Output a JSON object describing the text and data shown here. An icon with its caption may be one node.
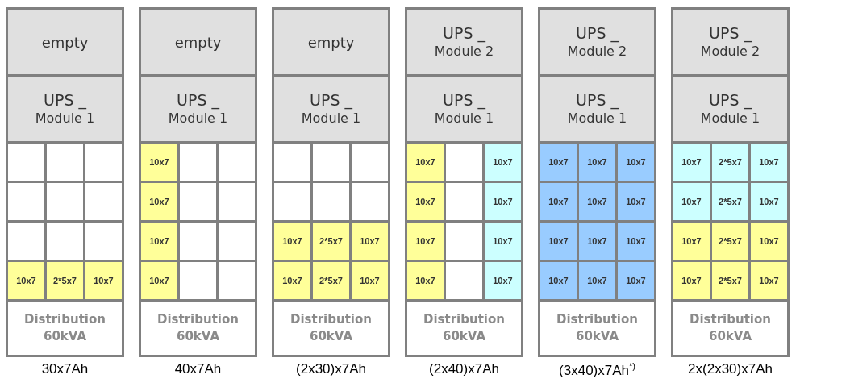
{
  "diagram": {
    "nodes": [
      {
        "text": [],
        "shape": "box",
        "beside": [
          "30x7Ah"
        ]
      },
      {
        "text": [
          "empty"
        ],
        "in": 0
      },
      {
        "text": [
          "UPS _",
          "Module 1"
        ],
        "in": 0
      },
      {
        "text": [],
        "shape": "box",
        "in": 0
      },
      {
        "text": [],
        "shape": "box",
        "in": 0
      },
      {
        "text": [],
        "shape": "box",
        "in": 0
      },
      {
        "text": [],
        "shape": "box",
        "in": 0
      },
      {
        "text": [],
        "shape": "box",
        "in": 0
      },
      {
        "text": [],
        "shape": "box",
        "in": 0
      },
      {
        "text": [],
        "shape": "box",
        "in": 0
      },
      {
        "text": [],
        "shape": "box",
        "in": 0
      },
      {
        "text": [],
        "shape": "box",
        "in": 0
      },
      {
        "text": [
          "10x7"
        ],
        "in": 0
      },
      {
        "text": [
          "2*5x7"
        ],
        "in": 0
      },
      {
        "text": [
          "10x7"
        ],
        "in": 0
      },
      {
        "text": [
          "Distribution 60kVA"
        ],
        "in": 0
      },
      {
        "text": [],
        "shape": "box",
        "beside": [
          "40x7Ah"
        ]
      },
      {
        "text": [
          "empty"
        ],
        "in": 16
      },
      {
        "text": [
          "UPS _",
          "Module 1"
        ],
        "in": 16
      },
      {
        "text": [
          "10x7"
        ],
        "in": 16
      },
      {
        "text": [],
        "shape": "box",
        "in": 16
      },
      {
        "text": [],
        "shape": "box",
        "in": 16
      },
      {
        "text": [
          "10x7"
        ],
        "in": 16
      },
      {
        "text": [],
        "shape": "box",
        "in": 16
      },
      {
        "text": [],
        "shape": "box",
        "in": 16
      },
      {
        "text": [
          "10x7"
        ],
        "in": 16
      },
      {
        "text": [],
        "shape": "box",
        "in": 16
      },
      {
        "text": [],
        "shape": "box",
        "in": 16
      },
      {
        "text": [
          "10x7"
        ],
        "in": 16
      },
      {
        "text": [],
        "shape": "box",
        "in": 16
      },
      {
        "text": [],
        "shape": "box",
        "in": 16
      },
      {
        "text": [
          "Distribution 60kVA"
        ],
        "in": 16
      },
      {
        "text": [],
        "shape": "box",
        "beside": [
          "(2x30)x7Ah"
        ]
      },
      {
        "text": [
          "empty"
        ],
        "in": 32
      },
      {
        "text": [
          "UPS _",
          "Module 1"
        ],
        "in": 32
      },
      {
        "text": [],
        "shape": "box",
        "in": 32
      },
      {
        "text": [],
        "shape": "box",
        "in": 32
      },
      {
        "text": [],
        "shape": "box",
        "in": 32
      },
      {
        "text": [],
        "shape": "box",
        "in": 32
      },
      {
        "text": [],
        "shape": "box",
        "in": 32
      },
      {
        "text": [],
        "shape": "box",
        "in": 32
      },
      {
        "text": [
          "10x7"
        ],
        "in": 32
      },
      {
        "text": [
          "2*5x7"
        ],
        "in": 32
      },
      {
        "text": [
          "10x7"
        ],
        "in": 32
      },
      {
        "text": [
          "10x7"
        ],
        "in": 32
      },
      {
        "text": [
          "2*5x7"
        ],
        "in": 32
      },
      {
        "text": [
          "10x7"
        ],
        "in": 32
      },
      {
        "text": [
          "Distribution 60kVA"
        ],
        "in": 32
      },
      {
        "text": [],
        "shape": "box",
        "beside": [
          "(2x40)x7Ah"
        ]
      },
      {
        "text": [
          "UPS _",
          "Module 2"
        ],
        "in": 48
      },
      {
        "text": [
          "UPS _",
          "Module 1"
        ],
        "in": 48
      },
      {
        "text": [
          "10x7"
        ],
        "in": 48
      },
      {
        "text": [],
        "shape": "box",
        "in": 48
      },
      {
        "text": [
          "10x7"
        ],
        "in": 48
      },
      {
        "text": [
          "10x7"
        ],
        "in": 48
      },
      {
        "text": [],
        "shape": "box",
        "in": 48
      },
      {
        "text": [
          "10x7"
        ],
        "in": 48
      },
      {
        "text": [
          "10x7"
        ],
        "in": 48
      },
      {
        "text": [],
        "shape": "box",
        "in": 48
      },
      {
        "text": [
          "10x7"
        ],
        "in": 48
      },
      {
        "text": [
          "10x7"
        ],
        "in": 48
      },
      {
        "text": [],
        "shape": "box",
        "in": 48
      },
      {
        "text": [
          "10x7"
        ],
        "in": 48
      },
      {
        "text": [
          "Distribution 60kVA"
        ],
        "in": 48
      },
      {
        "text": [],
        "shape": "box",
        "beside": [
          "(3x40)x7Ah$^{*)}$"
        ]
      },
      {
        "text": [
          "UPS _",
          "Module 2"
        ],
        "in": 64
      },
      {
        "text": [
          "UPS _",
          "Module 1"
        ],
        "in": 64
      },
      {
        "text": [
          "10x7"
        ],
        "in": 64
      },
      {
        "text": [
          "10x7"
        ],
        "in": 64
      },
      {
        "text": [
          "10x7"
        ],
        "in": 64
      },
      {
        "text": [
          "10x7"
        ],
        "in": 64
      },
      {
        "text": [
          "10x7"
        ],
        "in": 64
      },
      {
        "text": [
          "10x7"
        ],
        "in": 64
      },
      {
        "text": [
          "10x7"
        ],
        "in": 64
      },
      {
        "text": [
          "10x7"
        ],
        "in": 64
      },
      {
        "text": [
          "10x7"
        ],
        "in": 64
      },
      {
        "text": [
          "10x7"
        ],
        "in": 64
      },
      {
        "text": [
          "10x7"
        ],
        "in": 64
      },
      {
        "text": [
          "10x7"
        ],
        "in": 64
      },
      {
        "text": [
          "Distribution 60kVA"
        ],
        "in": 64
      },
      {
        "text": [],
        "shape": "box",
        "beside": [
          "2x(2x30)x7Ah"
        ]
      },
      {
        "text": [
          "UPS _",
          "Module 2"
        ],
        "in": 80
      },
      {
        "text": [
          "UPS _",
          "Module 1"
        ],
        "in": 80
      },
      {
        "text": [
          "10x7"
        ],
        "in": 80
      },
      {
        "text": [
          "2*5x7"
        ],
        "in": 80
      },
      {
        "text": [
          "10x7"
        ],
        "in": 80
      },
      {
        "text": [
          "10x7"
        ],
        "in": 80
      },
      {
        "text": [
          "2*5x7"
        ],
        "in": 80
      },
      {
        "text": [
          "10x7"
        ],
        "in": 80
      },
      {
        "text": [
          "10x7"
        ],
        "in": 80
      },
      {
        "text": [
          "2*5x7"
        ],
        "in": 80
      },
      {
        "text": [
          "10x7"
        ],
        "in": 80
      },
      {
        "text": [
          "10x7"
        ],
        "in": 80
      },
      {
        "text": [
          "2*5x7"
        ],
        "in": 80
      },
      {
        "text": [
          "10x7"
        ],
        "in": 80
      },
      {
        "text": [
          "Distribution 60kVA"
        ],
        "in": 80
      }
    ]
  }
}
